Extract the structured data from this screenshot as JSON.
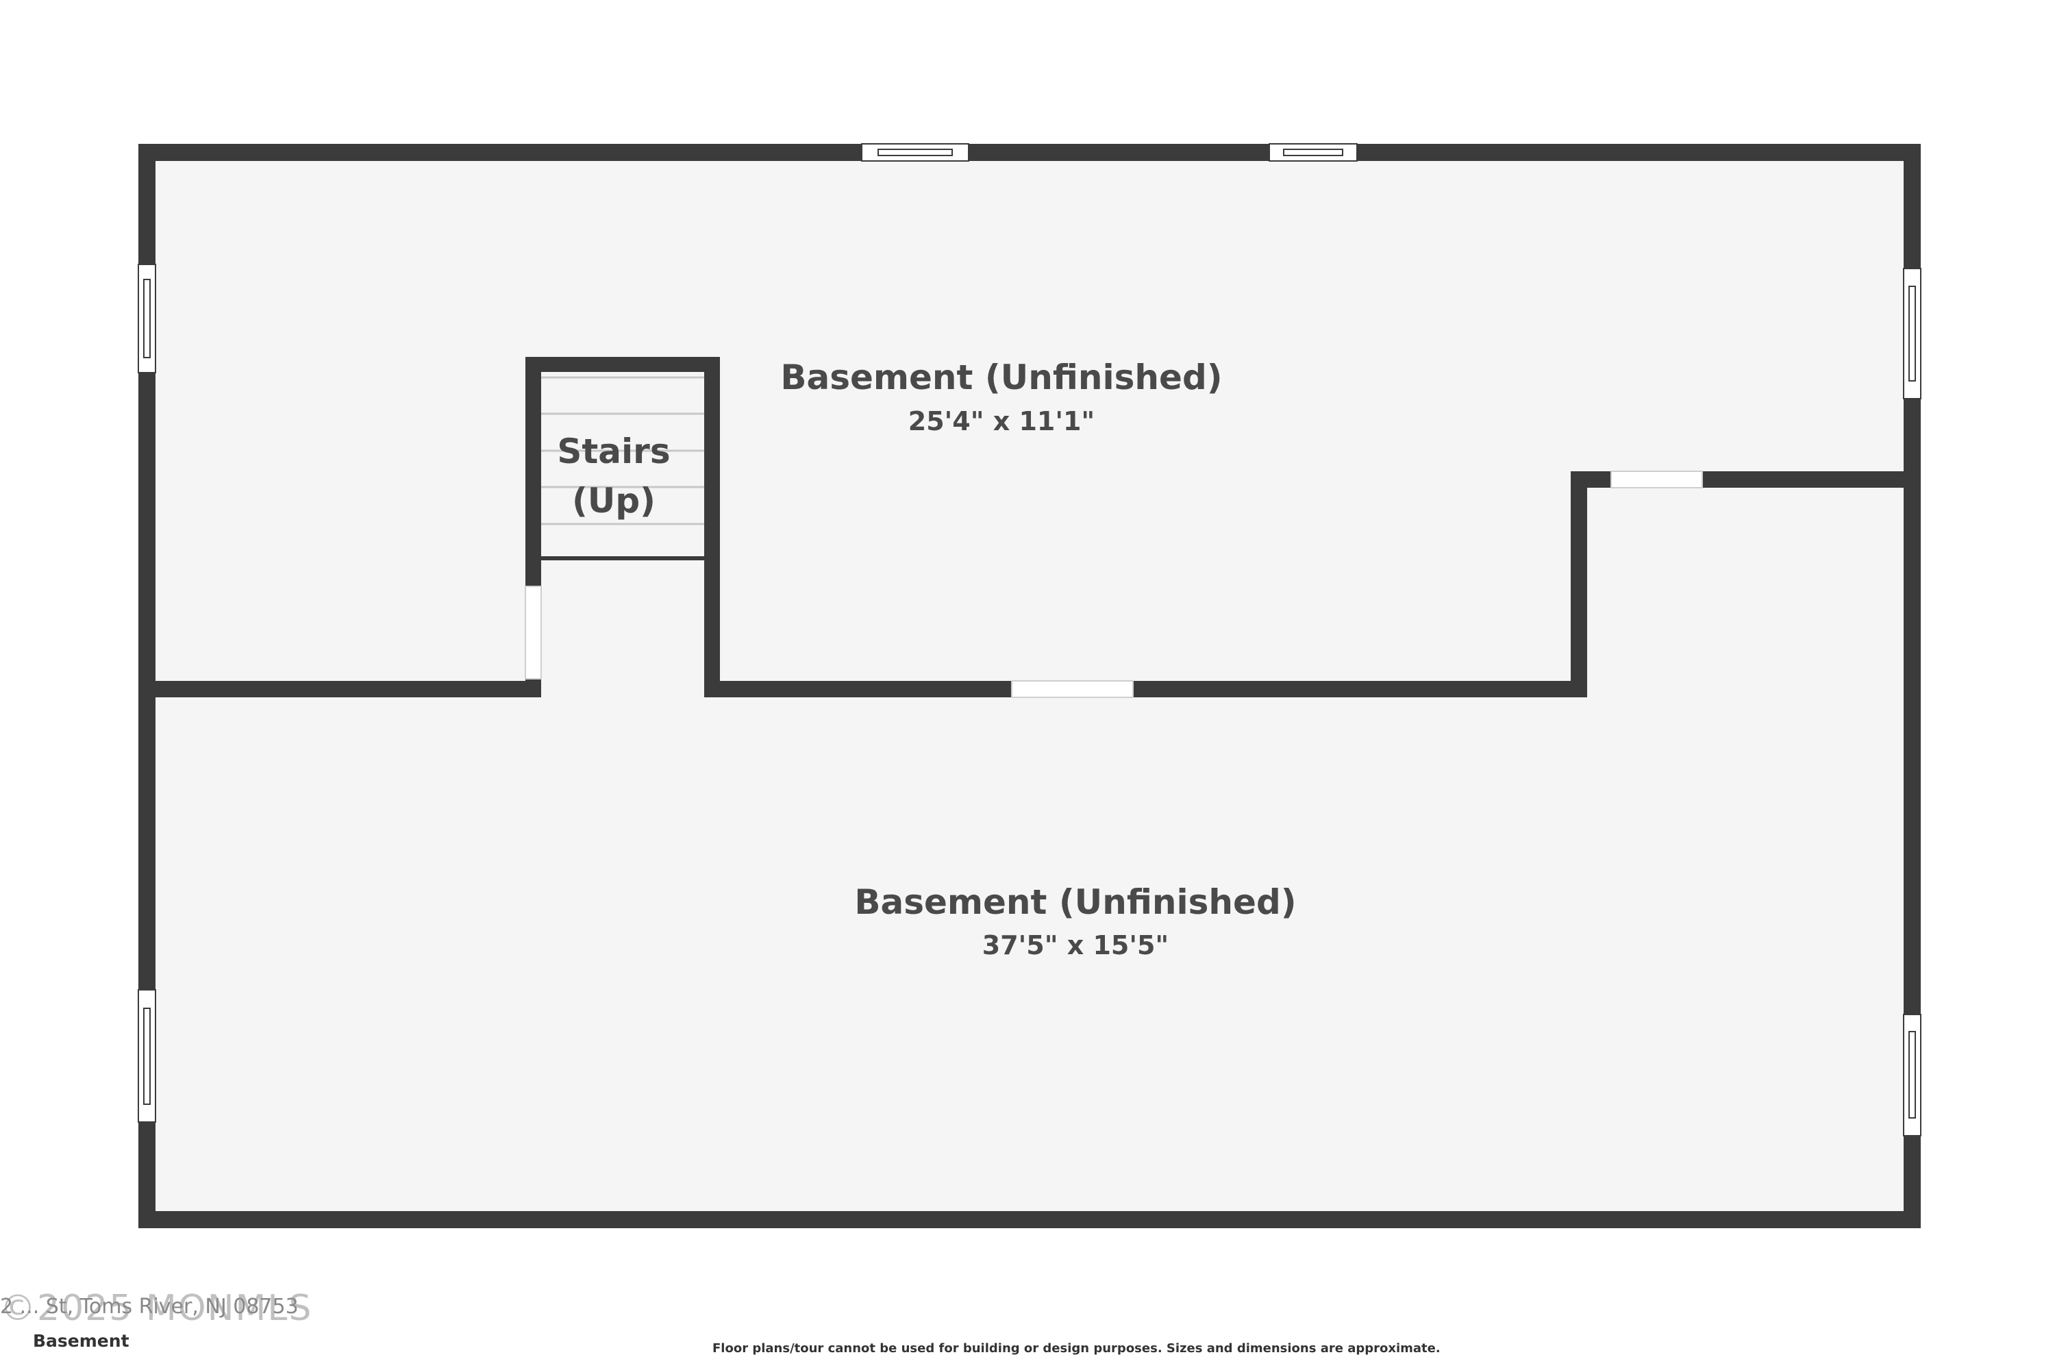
{
  "colors": {
    "wall": "#3b3b3b",
    "floor": "#f5f5f5",
    "text": "#4a4a4a",
    "window": "#ffffff"
  },
  "rooms": [
    {
      "name": "Basement (Unfinished)",
      "dimensions": "25'4\" x 11'1\""
    },
    {
      "name": "Basement (Unfinished)",
      "dimensions": "37'5\" x 15'5\""
    }
  ],
  "stairs": {
    "line1": "Stairs",
    "line2": "(Up)"
  },
  "footer": {
    "address": "2 ... St, Toms River, NJ 08753",
    "watermark": "©2025 MONMLS",
    "floor_label": "Basement",
    "disclaimer": "Floor plans/tour cannot be used for building or design purposes. Sizes and dimensions are approximate."
  }
}
